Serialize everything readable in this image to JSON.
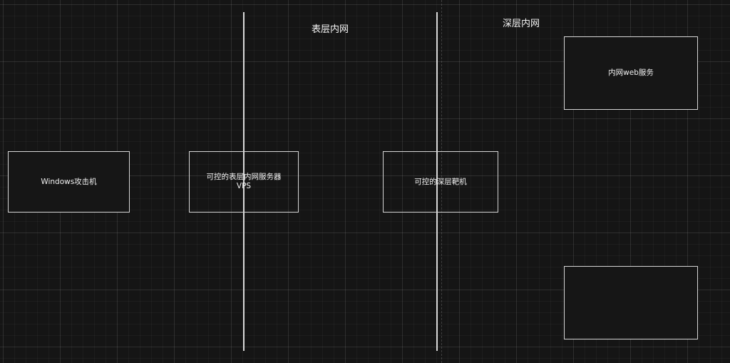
{
  "zones": {
    "surface_label": "表层内网",
    "deep_label": "深层内网"
  },
  "nodes": {
    "attacker": {
      "label": "Windows攻击机"
    },
    "vps": {
      "line1": "可控的表层内网服务器",
      "line2": "VPS"
    },
    "deep_target": {
      "label": "可控的深层靶机"
    },
    "web_service": {
      "label": "内网web服务"
    },
    "empty_box": {
      "label": ""
    }
  },
  "colors": {
    "background": "#151515",
    "box_border": "#d6d6d6",
    "text": "#f2f2f2"
  }
}
